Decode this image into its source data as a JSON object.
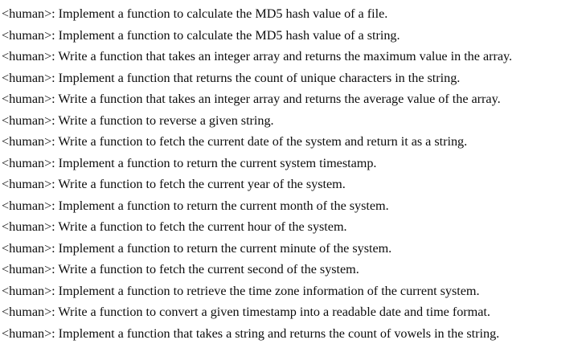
{
  "document": {
    "background_color": "#ffffff",
    "text_color": "#0d0d0d",
    "lines": [
      {
        "text": "<human>: Implement a function to calculate the MD5 hash value of a file."
      },
      {
        "text": "<human>: Implement a function to calculate the MD5 hash value of a string."
      },
      {
        "text": "<human>: Write a function that takes an integer array and returns the maximum value in the array."
      },
      {
        "text": "<human>: Implement a function that returns the count of unique characters in the string."
      },
      {
        "text": "<human>: Write a function that takes an integer array and returns the average value of the array."
      },
      {
        "text": "<human>: Write a function to reverse a given string."
      },
      {
        "text": "<human>: Write a function to fetch the current date of the system and return it as a string."
      },
      {
        "text": "<human>: Implement a function to return the current system timestamp."
      },
      {
        "text": "<human>: Write a function to fetch the current year of the system."
      },
      {
        "text": "<human>: Implement a function to return the current month of the system."
      },
      {
        "text": "<human>: Write a function to fetch the current hour of the system."
      },
      {
        "text": "<human>: Implement a function to return the current minute of the system."
      },
      {
        "text": "<human>: Write a function to fetch the current second of the system."
      },
      {
        "text": "<human>: Implement a function to retrieve the time zone information of the current system."
      },
      {
        "text": "<human>: Write a function to convert a given timestamp into a readable date and time format."
      },
      {
        "text": "<human>: Implement a function that takes a string and returns the count of vowels in the string."
      }
    ]
  }
}
